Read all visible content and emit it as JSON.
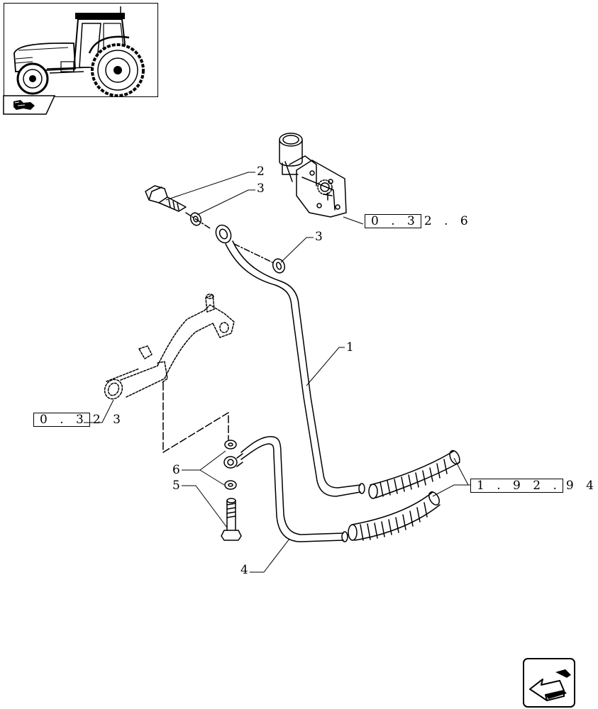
{
  "thumbnail": {
    "icon": "tractor-icon"
  },
  "nav": {
    "prev_icon": "book-back-icon",
    "next_icon": "next-page-arrow-icon"
  },
  "callouts": {
    "n1": "1",
    "n2": "2",
    "n3a": "3",
    "n3b": "3",
    "n4": "4",
    "n5": "5",
    "n6": "6"
  },
  "references": {
    "r1": {
      "boxed": "0 . 3",
      "rest": "2 . 6"
    },
    "r2": {
      "boxed": "0 . 3",
      "rest": "2 3"
    },
    "r3": {
      "boxed": "1 . 9 2 .",
      "rest": "9 4"
    }
  }
}
